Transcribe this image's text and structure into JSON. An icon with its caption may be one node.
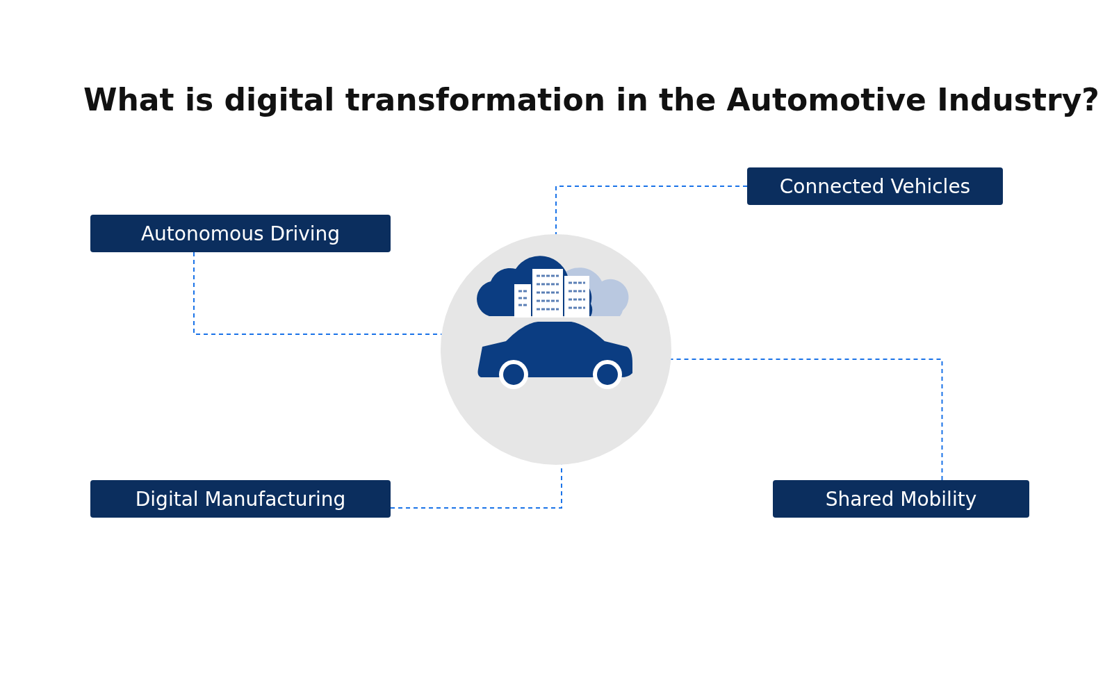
{
  "diagram": {
    "title": "What is digital transformation in the Automotive Industry?",
    "nodes": [
      {
        "text": [
          "Connected Vehicles"
        ]
      },
      {
        "text": [
          "Autonomous Driving"
        ]
      },
      {
        "text": [],
        "shape": "circle"
      },
      {
        "text": [
          "Digital Manufacturing"
        ]
      },
      {
        "text": [
          "Shared Mobility"
        ]
      }
    ],
    "edges": [
      {
        "from": 0,
        "to": 2,
        "arrow": "none",
        "style": "dashed"
      },
      {
        "from": 1,
        "to": 2,
        "arrow": "none",
        "style": "dashed"
      },
      {
        "from": 3,
        "to": 2,
        "arrow": "none",
        "style": "dashed"
      },
      {
        "from": 4,
        "to": 2,
        "arrow": "none",
        "style": "dashed"
      }
    ]
  }
}
